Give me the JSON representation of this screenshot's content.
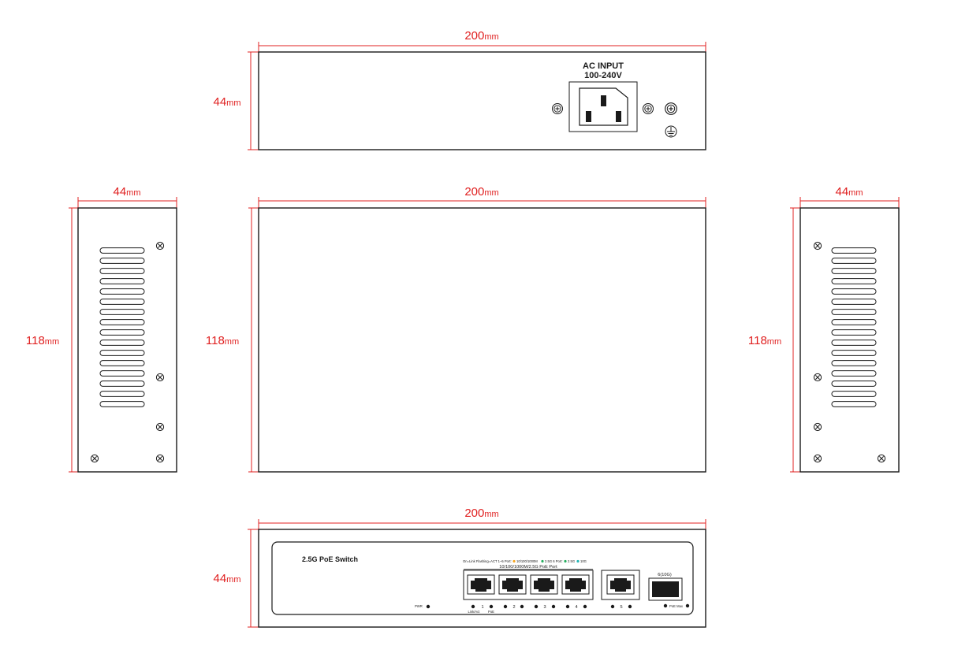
{
  "colors": {
    "dimension": "#e02020",
    "outline": "#1a1a1a",
    "led_orange": "#f5a623",
    "led_green": "#27ae60",
    "led_teal": "#26b5b5"
  },
  "dimensions": {
    "rear_width": "200",
    "rear_height": "44",
    "left_width": "44",
    "left_height": "118",
    "top_width": "200",
    "top_height": "118",
    "right_width": "44",
    "right_height": "118",
    "front_width": "200",
    "front_height": "44",
    "unit": "mm"
  },
  "rear_panel": {
    "ac_line1": "AC INPUT",
    "ac_line2": "100-240V",
    "icons": [
      "screw-icon",
      "ac-inlet-icon",
      "ground-screw-icon",
      "earth-ground-icon"
    ]
  },
  "front_panel": {
    "title": "2.5G PoE Switch",
    "legend_text_1": "On=Link  Flashing=ACT  1~5 Port:",
    "legend_text_2": "10/100/1000M",
    "legend_text_3": "2.5G  6 Port:",
    "legend_text_4": "2.5G",
    "legend_text_5": "10G",
    "group_label": "10/100/1000M/2.5G PoE Port",
    "sfp_label": "6(10G)",
    "pwr_label": "PWR",
    "port_numbers": [
      "1",
      "2",
      "3",
      "4",
      "5"
    ],
    "link_act_label": "Link/Act",
    "poe_label": "PoE",
    "poe_max_label": "PoE Max"
  }
}
